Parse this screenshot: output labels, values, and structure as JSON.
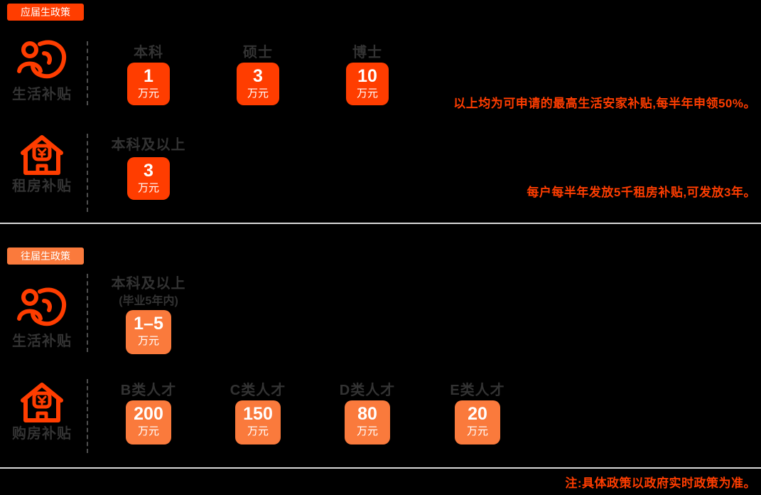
{
  "colors": {
    "accent_red": "#FF3D00",
    "accent_orange": "#FA7A3C",
    "heading": "#333333",
    "divider": "#D8D8D8",
    "background": "#000000"
  },
  "sections": [
    {
      "badge": "应届生政策",
      "rows": [
        {
          "label": "生活补贴",
          "icon": "people-care-icon",
          "columns": [
            {
              "header": "本科",
              "value": "1",
              "unit": "万元"
            },
            {
              "header": "硕士",
              "value": "3",
              "unit": "万元"
            },
            {
              "header": "博士",
              "value": "10",
              "unit": "万元"
            }
          ],
          "note": "以上均为可申请的最高生活安家补贴,每半年申领50%。"
        },
        {
          "label": "租房补贴",
          "icon": "house-yen-icon",
          "columns": [
            {
              "header": "本科及以上",
              "value": "3",
              "unit": "万元"
            }
          ],
          "note": "每户每半年发放5千租房补贴,可发放3年。"
        }
      ]
    },
    {
      "badge": "往届生政策",
      "rows": [
        {
          "label": "生活补贴",
          "icon": "people-care-icon",
          "columns": [
            {
              "header": "本科及以上",
              "subheader": "(毕业5年内)",
              "value": "1–5",
              "unit": "万元"
            }
          ]
        },
        {
          "label": "购房补贴",
          "icon": "house-yen-icon",
          "columns": [
            {
              "header": "B类人才",
              "value": "200",
              "unit": "万元"
            },
            {
              "header": "C类人才",
              "value": "150",
              "unit": "万元"
            },
            {
              "header": "D类人才",
              "value": "80",
              "unit": "万元"
            },
            {
              "header": "E类人才",
              "value": "20",
              "unit": "万元"
            }
          ]
        }
      ]
    }
  ],
  "footer": {
    "note": "注:具体政策以政府实时政策为准。"
  }
}
